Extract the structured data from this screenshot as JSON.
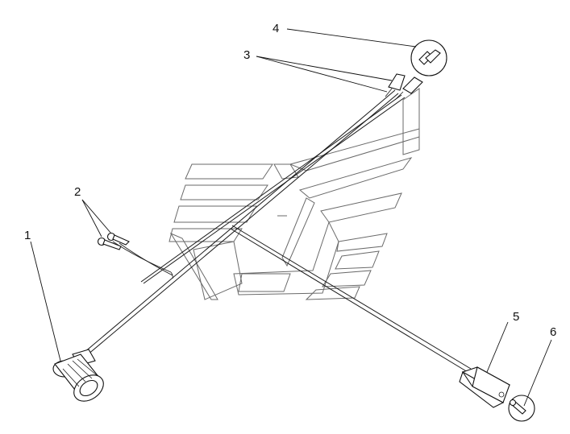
{
  "callouts": [
    {
      "id": "1",
      "text": "1"
    },
    {
      "id": "2",
      "text": "2"
    },
    {
      "id": "3",
      "text": "3"
    },
    {
      "id": "4",
      "text": "4"
    },
    {
      "id": "5",
      "text": "5"
    },
    {
      "id": "6",
      "text": "6"
    }
  ],
  "colors": {
    "line": "#111111",
    "watermark": "#6a6a6a",
    "background": "#ffffff"
  }
}
